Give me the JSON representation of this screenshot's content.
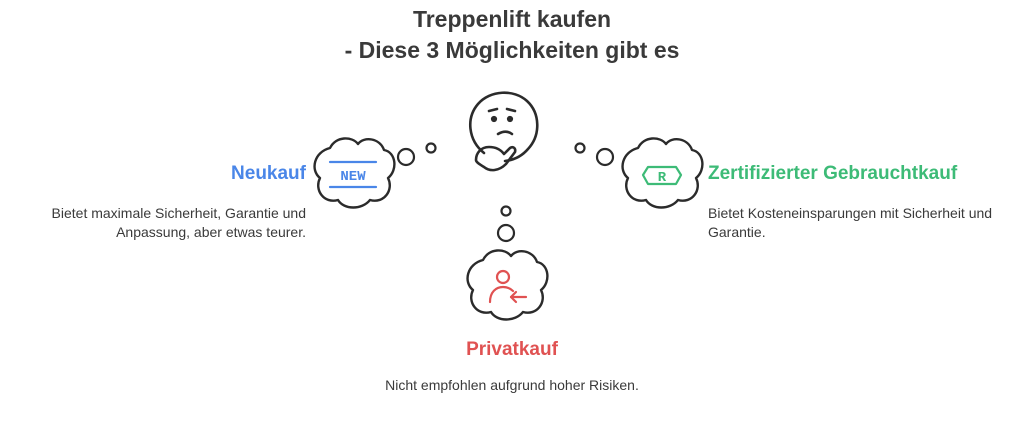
{
  "title": {
    "line1": "Treppenlift kaufen",
    "line2": "- Diese 3 Möglichkeiten gibt es"
  },
  "colors": {
    "blue": "#4a86e8",
    "green": "#3dbb77",
    "red": "#e05252",
    "outline": "#2b2b2b"
  },
  "options": {
    "left": {
      "heading": "Neukauf",
      "badge": "NEW",
      "description": "Bietet maximale Sicherheit, Garantie und Anpassung, aber etwas teurer."
    },
    "right": {
      "heading": "Zertifizierter Gebrauchtkauf",
      "badge": "R",
      "description": "Bietet Kosteneinsparungen mit Sicherheit und Garantie."
    },
    "bottom": {
      "heading": "Privatkauf",
      "description": "Nicht empfohlen aufgrund hoher Risiken."
    }
  },
  "icons": {
    "center": "thinking-face-icon",
    "left": "new-badge-icon",
    "right": "refurbished-badge-icon",
    "bottom": "person-return-icon"
  }
}
